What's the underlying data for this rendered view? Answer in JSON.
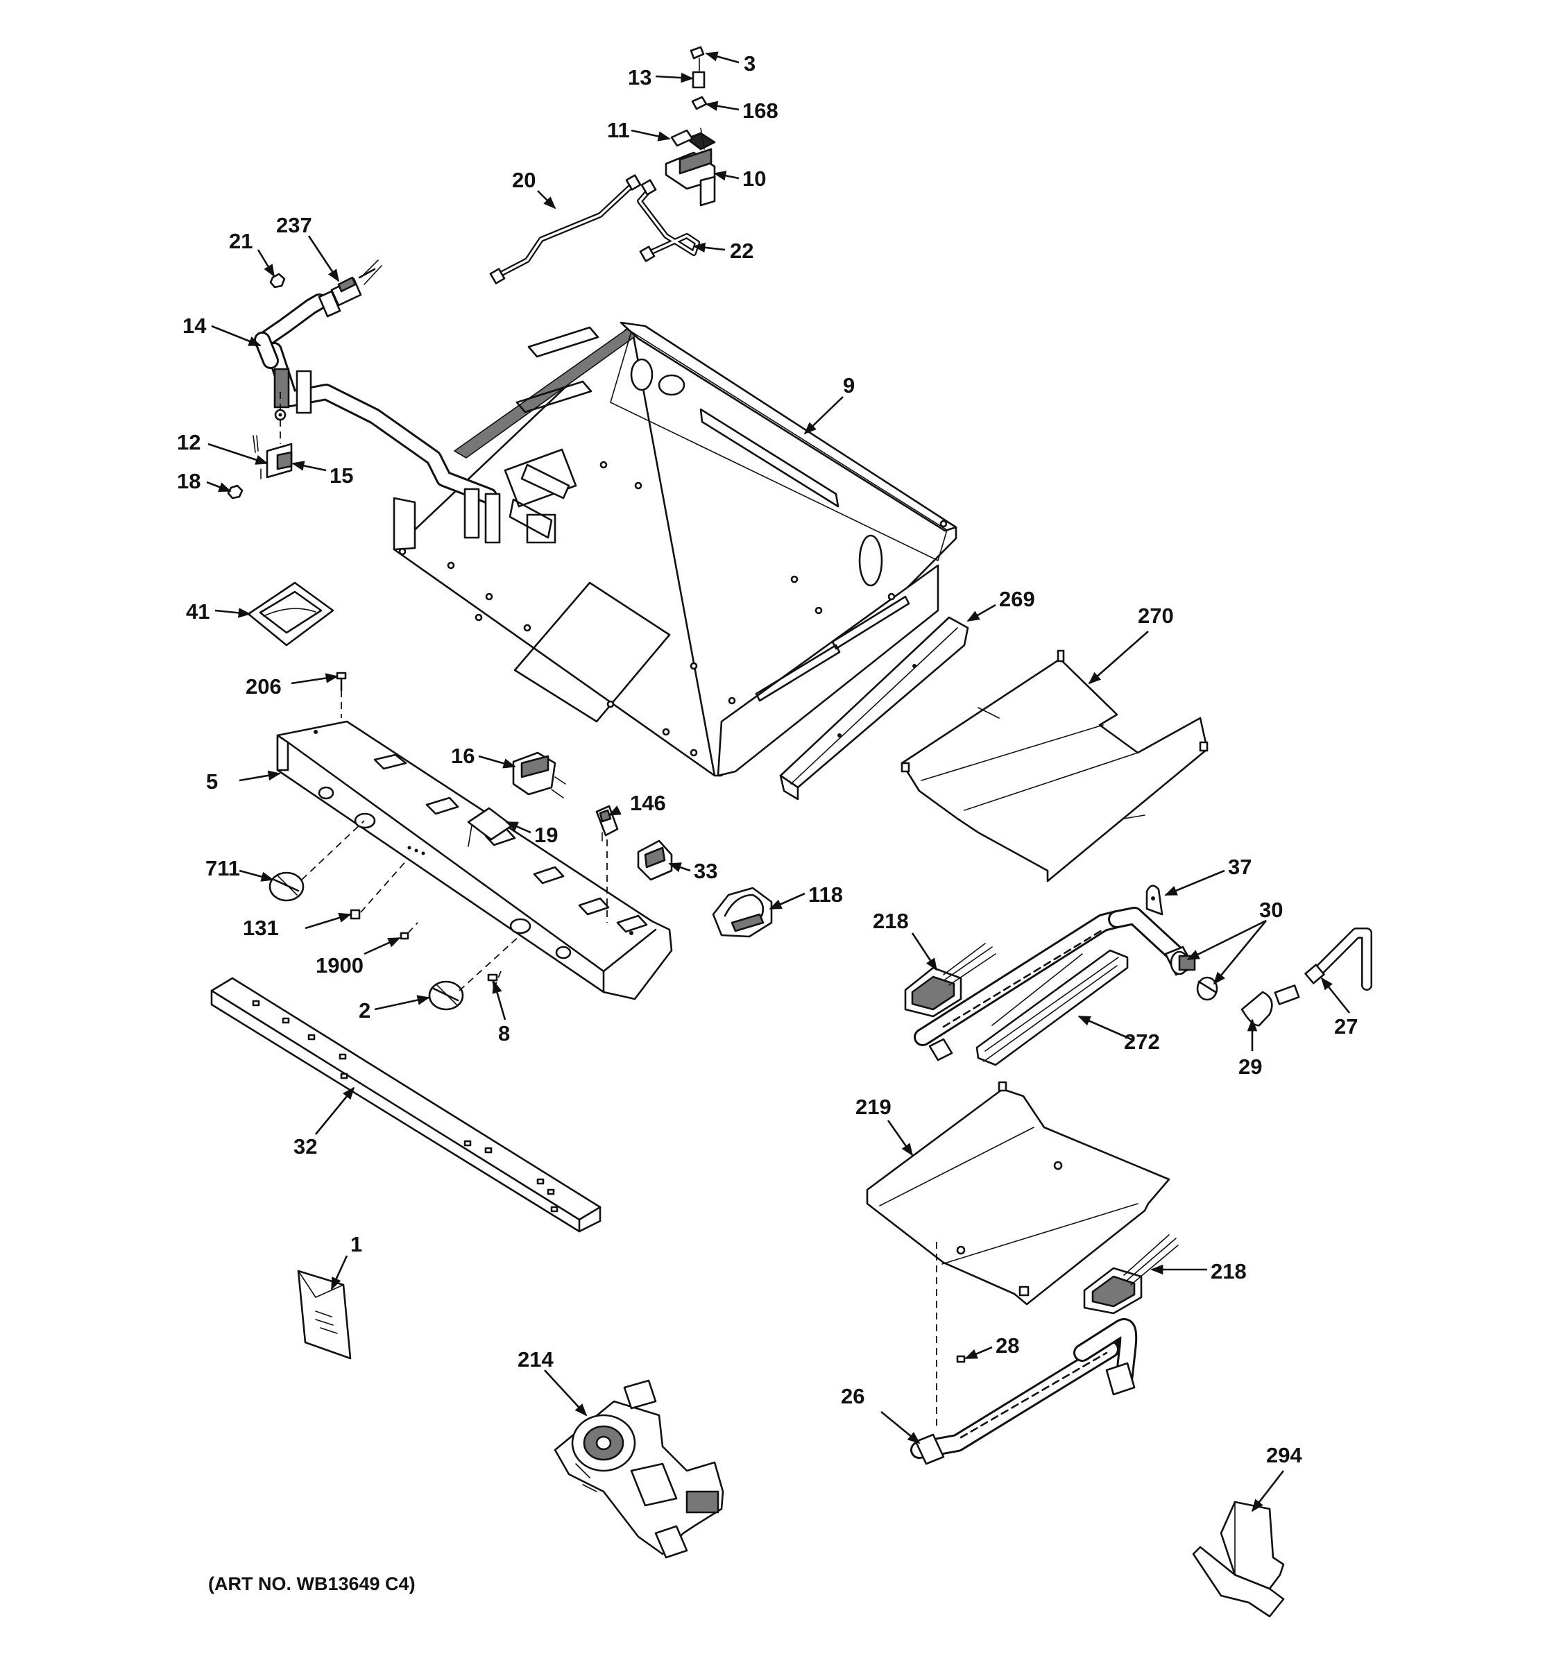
{
  "diagram": {
    "caption": "(ART NO. WB13649 C4)",
    "callouts": [
      "3",
      "13",
      "168",
      "11",
      "10",
      "20",
      "22",
      "21",
      "237",
      "14",
      "9",
      "12",
      "15",
      "18",
      "41",
      "206",
      "269",
      "270",
      "5",
      "16",
      "19",
      "146",
      "33",
      "711",
      "131",
      "118",
      "1900",
      "218",
      "37",
      "30",
      "2",
      "8",
      "27",
      "272",
      "29",
      "32",
      "219",
      "218",
      "1",
      "28",
      "214",
      "26",
      "294"
    ]
  }
}
